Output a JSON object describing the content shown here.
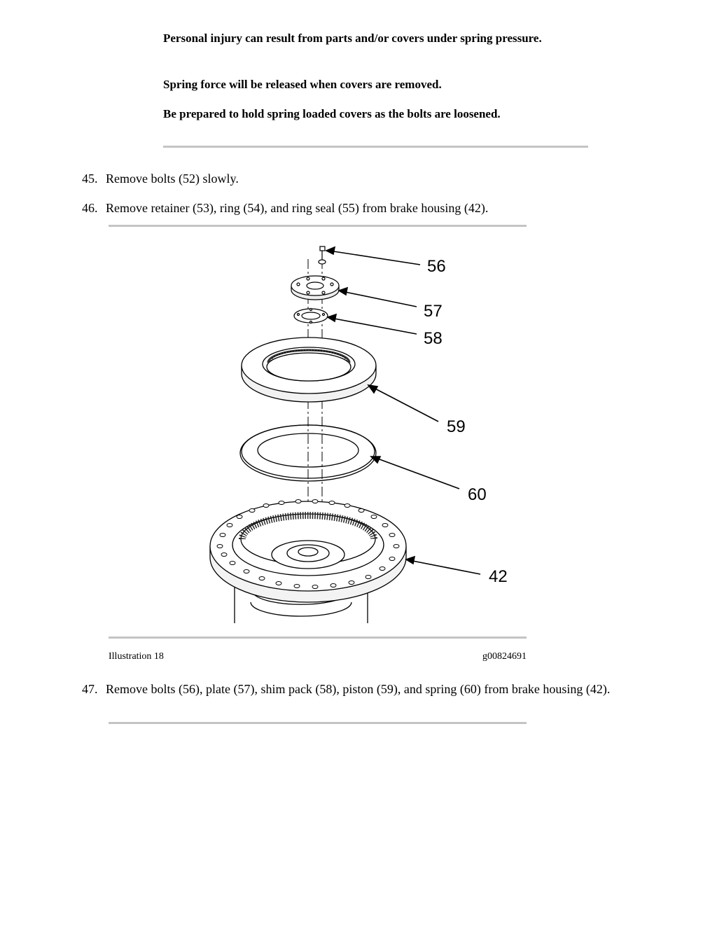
{
  "warning": {
    "line1": "Personal injury can result from parts and/or covers under spring pressure.",
    "line2": "Spring force will be released when covers are removed.",
    "line3": "Be prepared to hold spring loaded covers as the bolts are loosened."
  },
  "steps": [
    {
      "num": "45.",
      "text": "Remove bolts (52) slowly."
    },
    {
      "num": "46.",
      "text": "Remove retainer (53), ring (54), and ring seal (55) from brake housing (42)."
    },
    {
      "num": "47.",
      "text": "Remove bolts (56), plate (57), shim pack (58), piston (59), and spring (60) from brake housing (42)."
    }
  ],
  "illustration": {
    "label": "Illustration 18",
    "code": "g00824691",
    "callouts": [
      "56",
      "57",
      "58",
      "59",
      "60",
      "42"
    ]
  }
}
